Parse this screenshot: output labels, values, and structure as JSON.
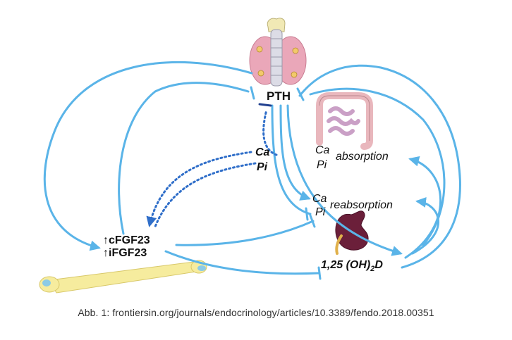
{
  "colors": {
    "arrow": "#5ab4e8",
    "inhibit_bar_dark": "#1f3f8f",
    "dotted": "#2f6ec9",
    "thyroid": "#eaa7b9",
    "kidney": "#6b1f3a",
    "bone": "#f6ec9e",
    "intestine": "#e9b7bd"
  },
  "nodes": {
    "pth": "PTH",
    "ca": "Ca",
    "pi": "Pi",
    "ca_abs": "Ca",
    "pi_abs": "Pi",
    "absorption": "absorption",
    "ca_reabs": "Ca",
    "pi_reabs": "Pi",
    "reabsorption": "reabsorption",
    "cfgf": "↑cFGF23",
    "ifgf": "↑iFGF23",
    "vitd_main": "1,25 (OH)",
    "vitd_sub": "2",
    "vitd_end": "D"
  },
  "icons": [
    "thyroid-parathyroid-icon",
    "intestine-icon",
    "kidney-icon",
    "bone-icon"
  ],
  "caption": "Abb. 1: frontiersin.org/journals/endocrinology/articles/10.3389/fendo.2018.00351"
}
